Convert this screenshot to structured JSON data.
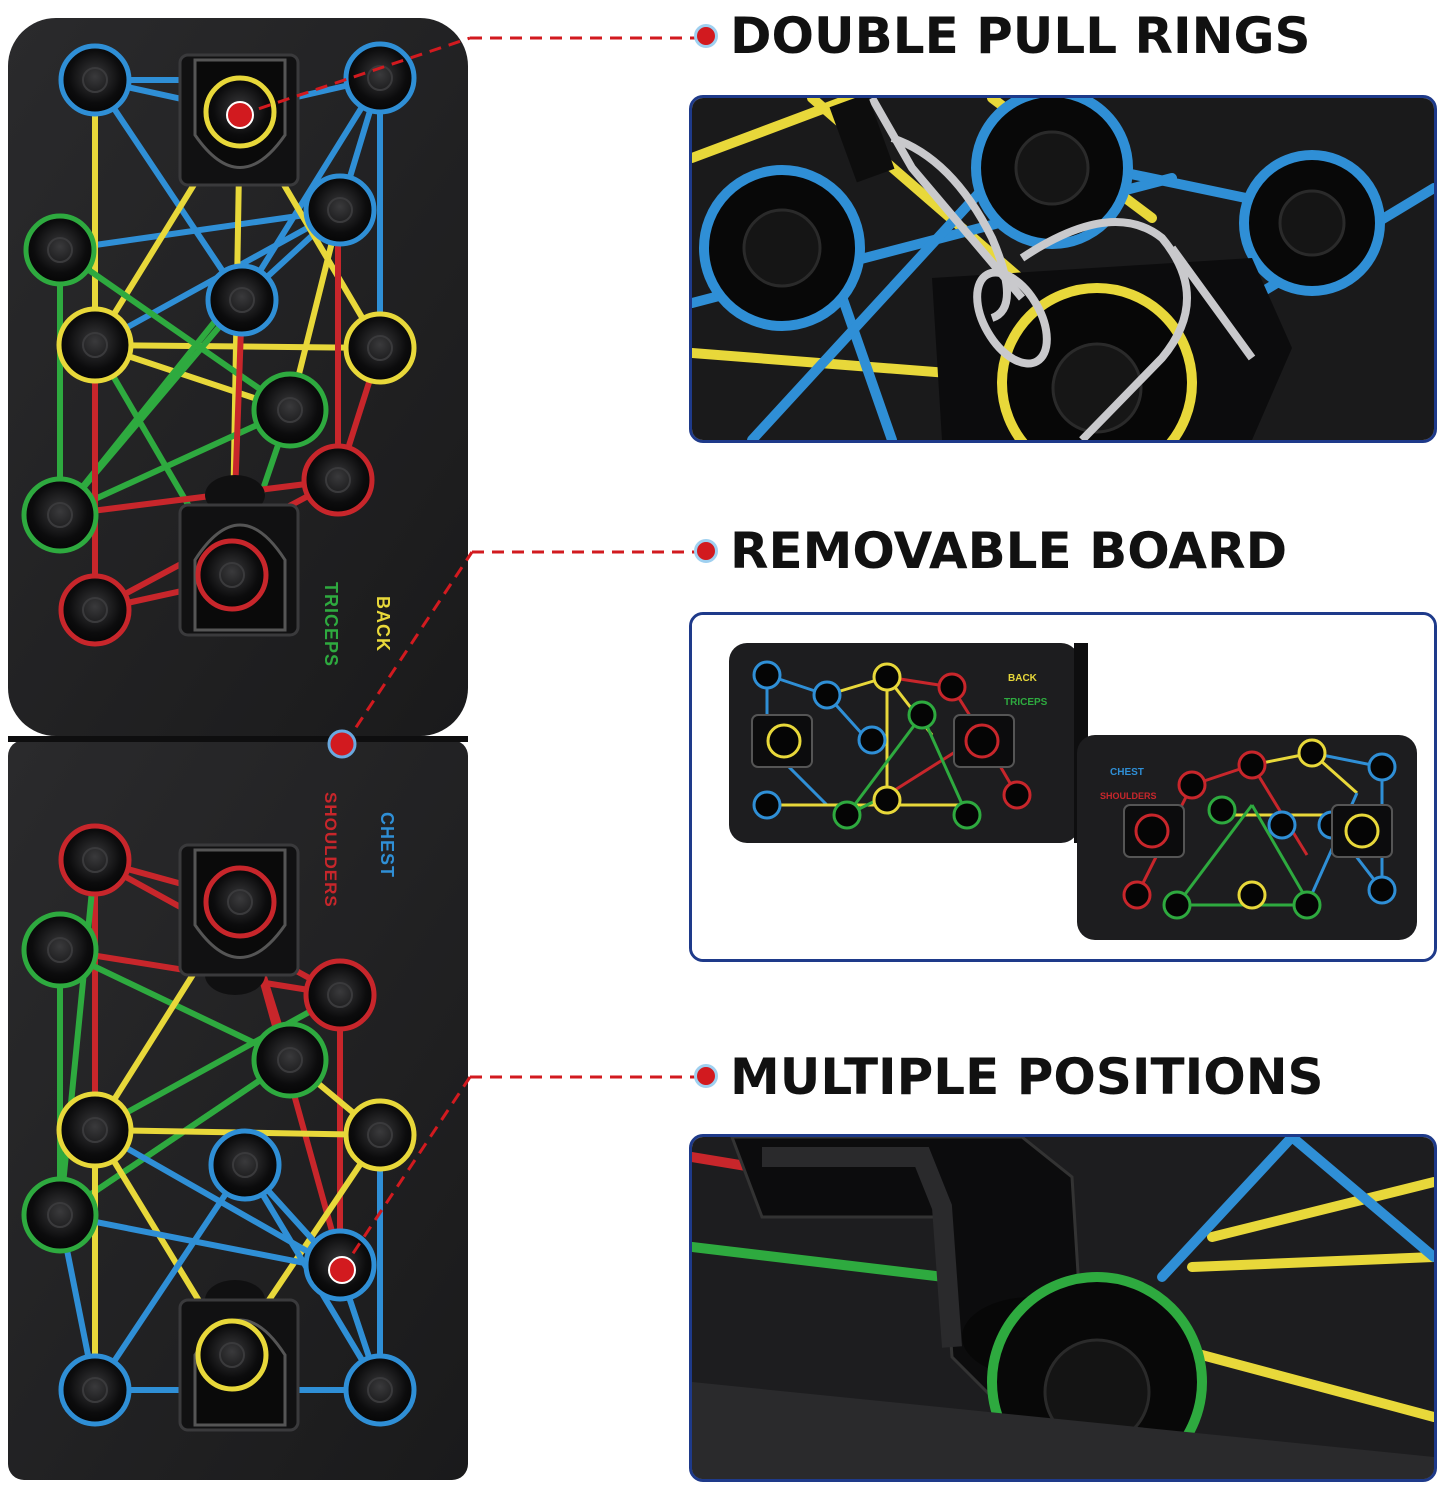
{
  "board": {
    "top_labels": {
      "back": "BACK",
      "triceps": "TRICEPS"
    },
    "bottom_labels": {
      "chest": "CHEST",
      "shoulders": "SHOULDERS"
    }
  },
  "features": [
    {
      "heading": "DOUBLE PULL RINGS"
    },
    {
      "heading": "REMOVABLE BOARD"
    },
    {
      "heading": "MULTIPLE POSITIONS"
    }
  ],
  "inset_board": {
    "left_labels": {
      "back": "BACK",
      "triceps": "TRICEPS"
    },
    "right_labels": {
      "chest": "CHEST",
      "shoulders": "SHOULDERS"
    }
  },
  "colors": {
    "board": "#1d1d1f",
    "blue": "#2f8fd6",
    "yellow": "#e8d83a",
    "red": "#c8262b",
    "green": "#2eaa3f",
    "marker": "#d21a1f",
    "frame": "#1e3a8a"
  }
}
